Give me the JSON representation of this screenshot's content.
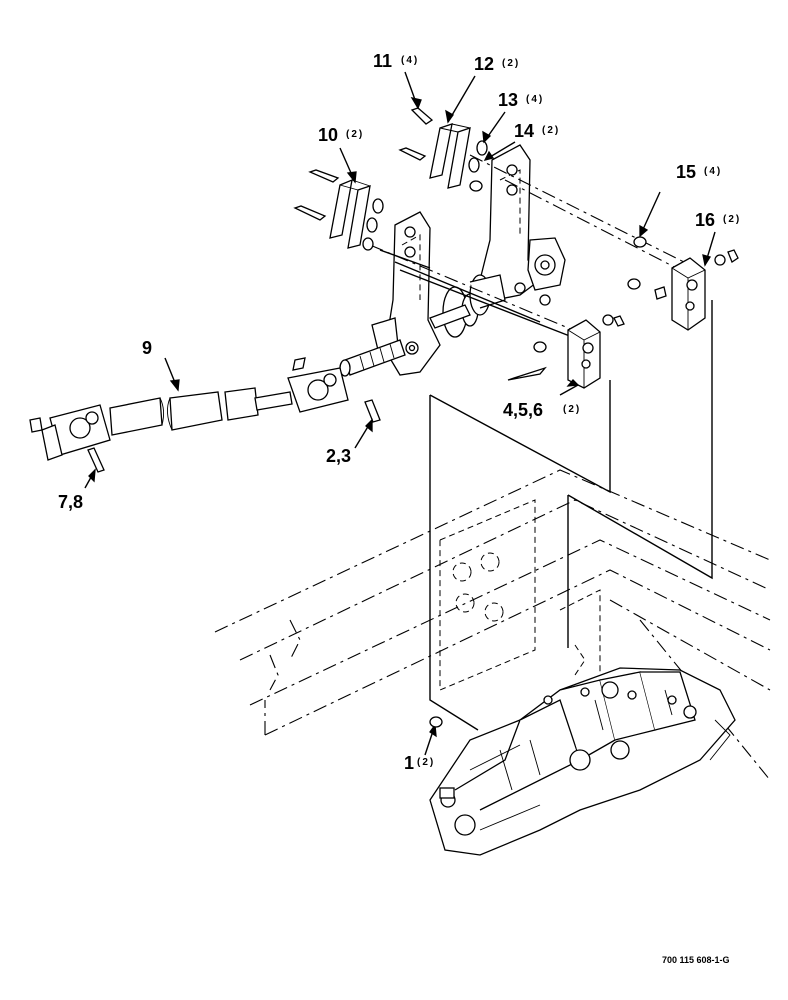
{
  "callouts": [
    {
      "id": "c11",
      "num": "11",
      "qty": "(4)"
    },
    {
      "id": "c12",
      "num": "12",
      "qty": "(2)"
    },
    {
      "id": "c13",
      "num": "13",
      "qty": "(4)"
    },
    {
      "id": "c14",
      "num": "14",
      "qty": "(2)"
    },
    {
      "id": "c10",
      "num": "10",
      "qty": "(2)"
    },
    {
      "id": "c15",
      "num": "15",
      "qty": "(4)"
    },
    {
      "id": "c16",
      "num": "16",
      "qty": "(2)"
    },
    {
      "id": "c9",
      "num": "9",
      "qty": ""
    },
    {
      "id": "c456",
      "num": "4,5,6",
      "qty": "(2)"
    },
    {
      "id": "c23",
      "num": "2,3",
      "qty": ""
    },
    {
      "id": "c78",
      "num": "7,8",
      "qty": ""
    },
    {
      "id": "c1",
      "num": "1",
      "qty": "(2)"
    }
  ],
  "drawing_ref": "700 115 608-1-G"
}
